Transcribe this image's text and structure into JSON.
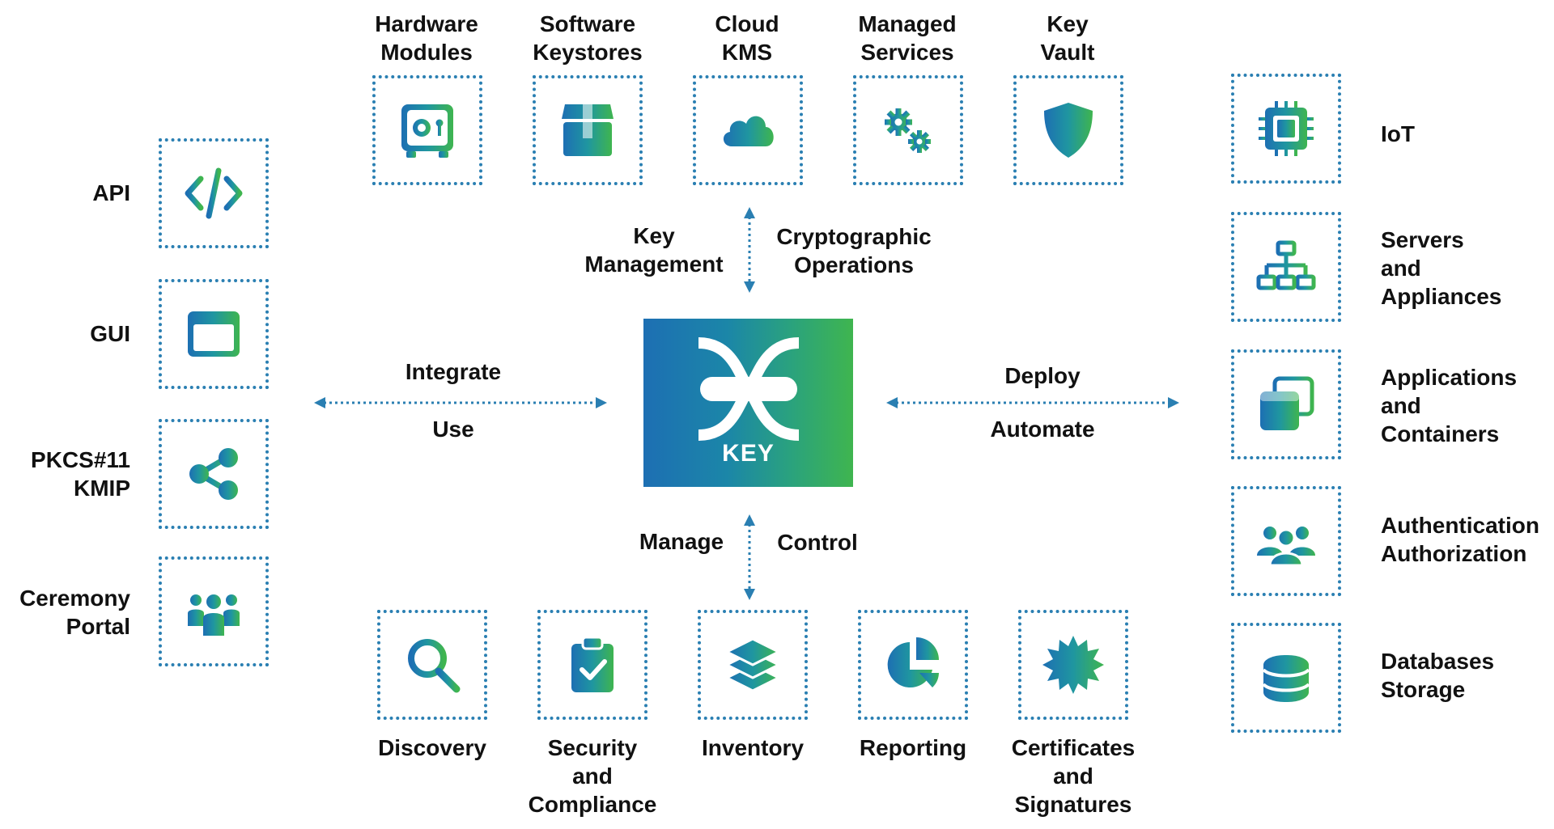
{
  "top": [
    {
      "label": "Hardware\nModules",
      "icon": "safe-icon"
    },
    {
      "label": "Software\nKeystores",
      "icon": "box-icon"
    },
    {
      "label": "Cloud\nKMS",
      "icon": "cloud-icon"
    },
    {
      "label": "Managed\nServices",
      "icon": "gears-icon"
    },
    {
      "label": "Key\nVault",
      "icon": "shield-icon"
    }
  ],
  "bottom": [
    {
      "label": "Discovery",
      "icon": "search-icon"
    },
    {
      "label": "Security\nand\nCompliance",
      "icon": "clipboard-check-icon"
    },
    {
      "label": "Inventory",
      "icon": "layers-icon"
    },
    {
      "label": "Reporting",
      "icon": "pie-chart-icon"
    },
    {
      "label": "Certificates\nand\nSignatures",
      "icon": "seal-icon"
    }
  ],
  "left": [
    {
      "label": "API",
      "icon": "code-icon"
    },
    {
      "label": "GUI",
      "icon": "window-icon"
    },
    {
      "label": "PKCS#11\nKMIP",
      "icon": "share-icon"
    },
    {
      "label": "Ceremony\nPortal",
      "icon": "group-icon"
    }
  ],
  "right": [
    {
      "label": "IoT",
      "icon": "chip-icon"
    },
    {
      "label": "Servers\nand\nAppliances",
      "icon": "network-icon"
    },
    {
      "label": "Applications\nand\nContainers",
      "icon": "windows-stack-icon"
    },
    {
      "label": "Authentication\nAuthorization",
      "icon": "users-icon"
    },
    {
      "label": "Databases\nStorage",
      "icon": "database-icon"
    }
  ],
  "center": {
    "text": "KEY"
  },
  "arrows": {
    "top_left": "Key\nManagement",
    "top_right": "Cryptographic\nOperations",
    "left_top": "Integrate",
    "left_bottom": "Use",
    "right_top": "Deploy",
    "right_bottom": "Automate",
    "bottom_left": "Manage",
    "bottom_right": "Control"
  },
  "colors": {
    "box_border": "#2a7fb2",
    "arrow": "#2a7fb2",
    "gradient_start": "#1d6fb3",
    "gradient_end": "#3fb54f"
  }
}
